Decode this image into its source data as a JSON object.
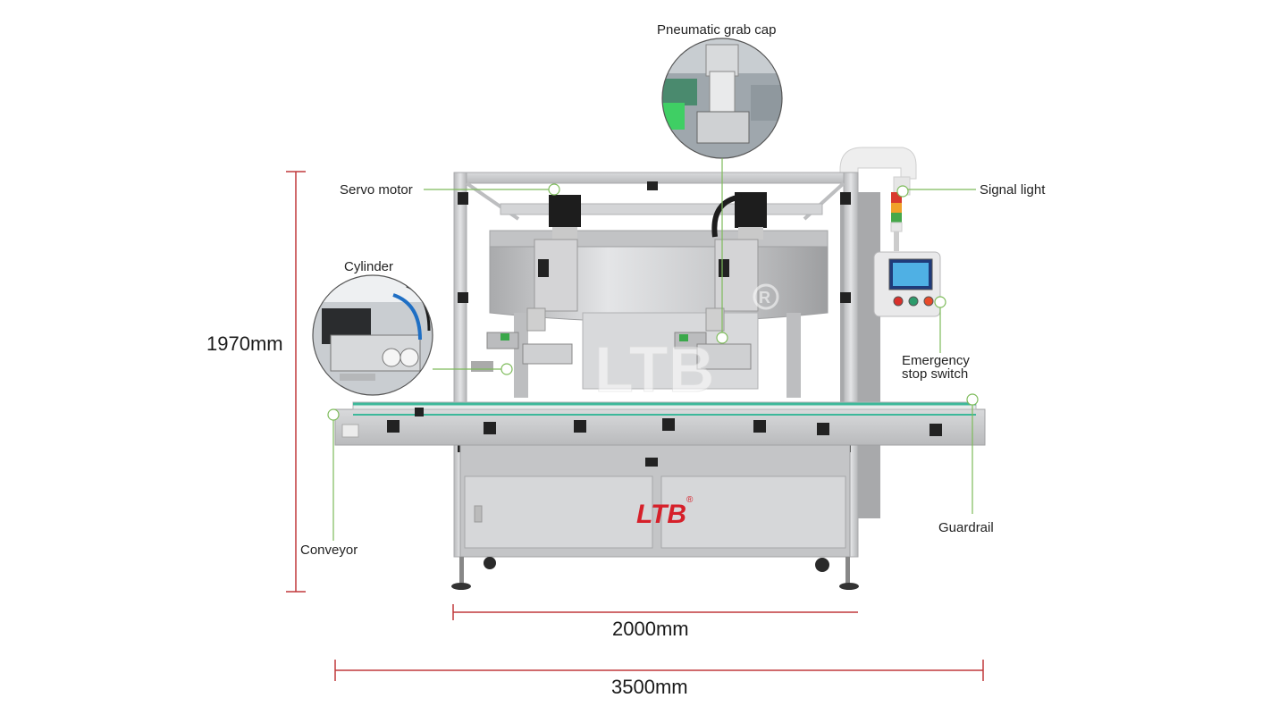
{
  "labels": {
    "pneumatic_grab_cap": "Pneumatic grab cap",
    "servo_motor": "Servo motor",
    "signal_light": "Signal light",
    "cylinder": "Cylinder",
    "emergency_stop_line1": "Emergency",
    "emergency_stop_line2": "stop switch",
    "guardrail": "Guardrail",
    "conveyor": "Conveyor"
  },
  "dimensions": {
    "height": "1970mm",
    "width_frame": "2000mm",
    "width_total": "3500mm"
  },
  "brand": {
    "logo": "LTB",
    "registered": "®"
  },
  "colors": {
    "dimension_line": "#c0393b",
    "callout_line": "#7dbb5a",
    "logo_red": "#d6202a",
    "frame_steel": "#c9cacc",
    "conveyor_green": "#3cb89a"
  }
}
